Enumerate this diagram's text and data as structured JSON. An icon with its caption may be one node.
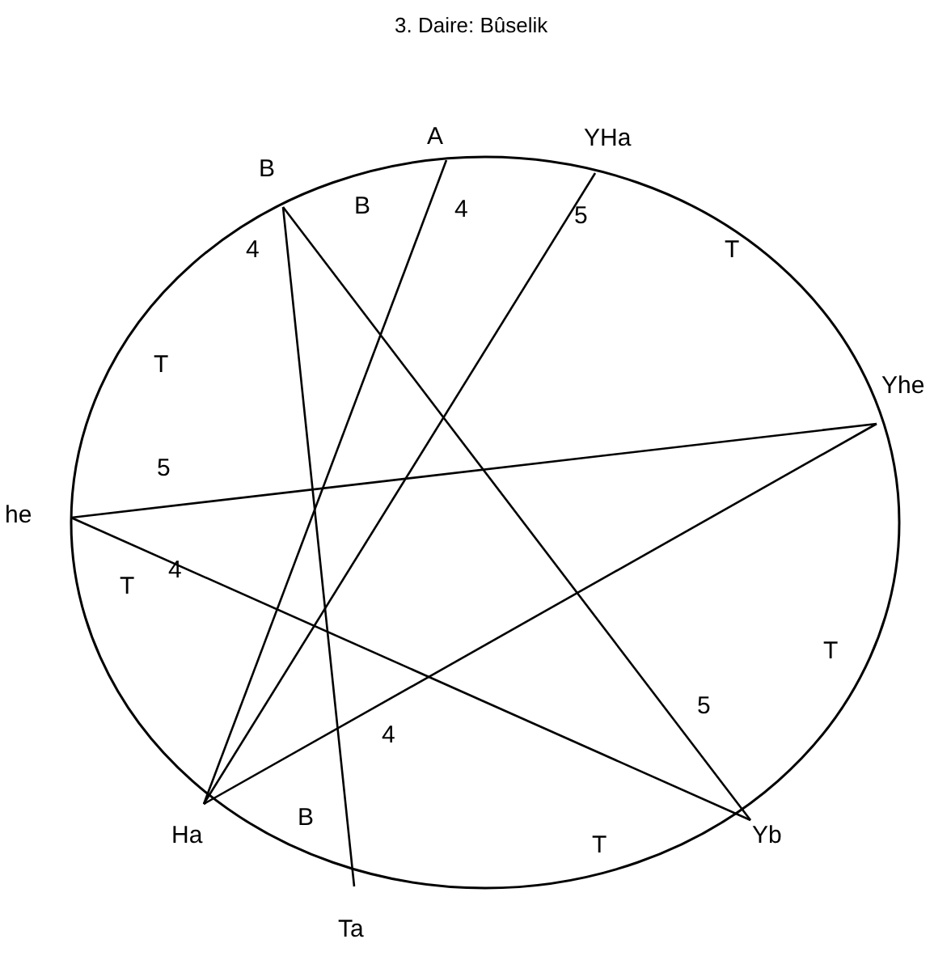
{
  "diagram": {
    "title": "3. Daire: Bûselik",
    "nodes": [
      {
        "text": [
          "A"
        ]
      },
      {
        "text": [
          "YHa"
        ]
      },
      {
        "text": [
          "B"
        ]
      },
      {
        "text": [
          "Yhe"
        ]
      },
      {
        "text": [
          "he"
        ]
      },
      {
        "text": [
          "Ha"
        ]
      },
      {
        "text": [
          "Ta"
        ]
      },
      {
        "text": [
          "Yb"
        ]
      }
    ],
    "edges": [
      {
        "from": 2,
        "to": 6,
        "arrow": "none"
      },
      {
        "from": 2,
        "to": 7,
        "arrow": "none"
      },
      {
        "from": 0,
        "to": 5,
        "arrow": "none"
      },
      {
        "from": 1,
        "to": 5,
        "arrow": "none"
      },
      {
        "from": 3,
        "to": 4,
        "arrow": "none"
      },
      {
        "from": 3,
        "to": 5,
        "arrow": "none"
      },
      {
        "from": 4,
        "to": 7,
        "arrow": "none"
      }
    ],
    "labels": [
      "B",
      "4",
      "5",
      "4",
      "T",
      "T",
      "5",
      "4",
      "T",
      "T",
      "5",
      "4",
      "B",
      "T"
    ]
  }
}
